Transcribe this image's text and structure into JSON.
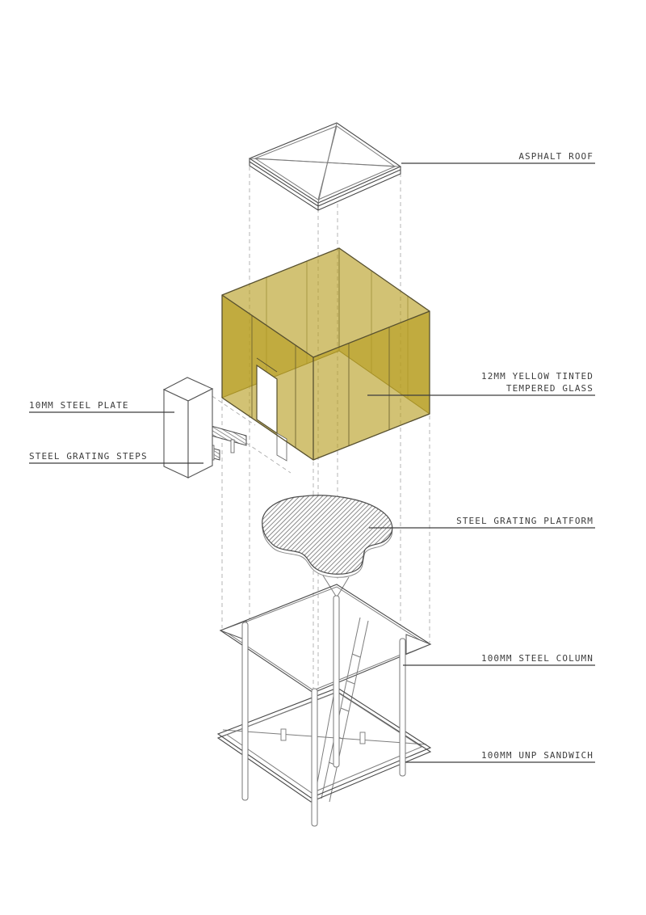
{
  "diagram": {
    "title": "Exploded axonometric pavilion diagram",
    "labels": {
      "asphalt_roof": "ASPHALT ROOF",
      "glass_line1": "12MM YELLOW TINTED",
      "glass_line2": "TEMPERED GLASS",
      "steel_plate": "10MM STEEL PLATE",
      "grating_steps": "STEEL GRATING STEPS",
      "grating_platform": "STEEL GRATING PLATFORM",
      "steel_column": "100MM STEEL COLUMN",
      "unp_sandwich": "100MM UNP SANDWICH"
    },
    "colors": {
      "glass_yellow": "#b69c1f",
      "line_dark": "#3d3d3d",
      "hatch_gray": "#6e6e6e",
      "dashed_gray": "#b5b5b5",
      "background": "#ffffff"
    }
  }
}
